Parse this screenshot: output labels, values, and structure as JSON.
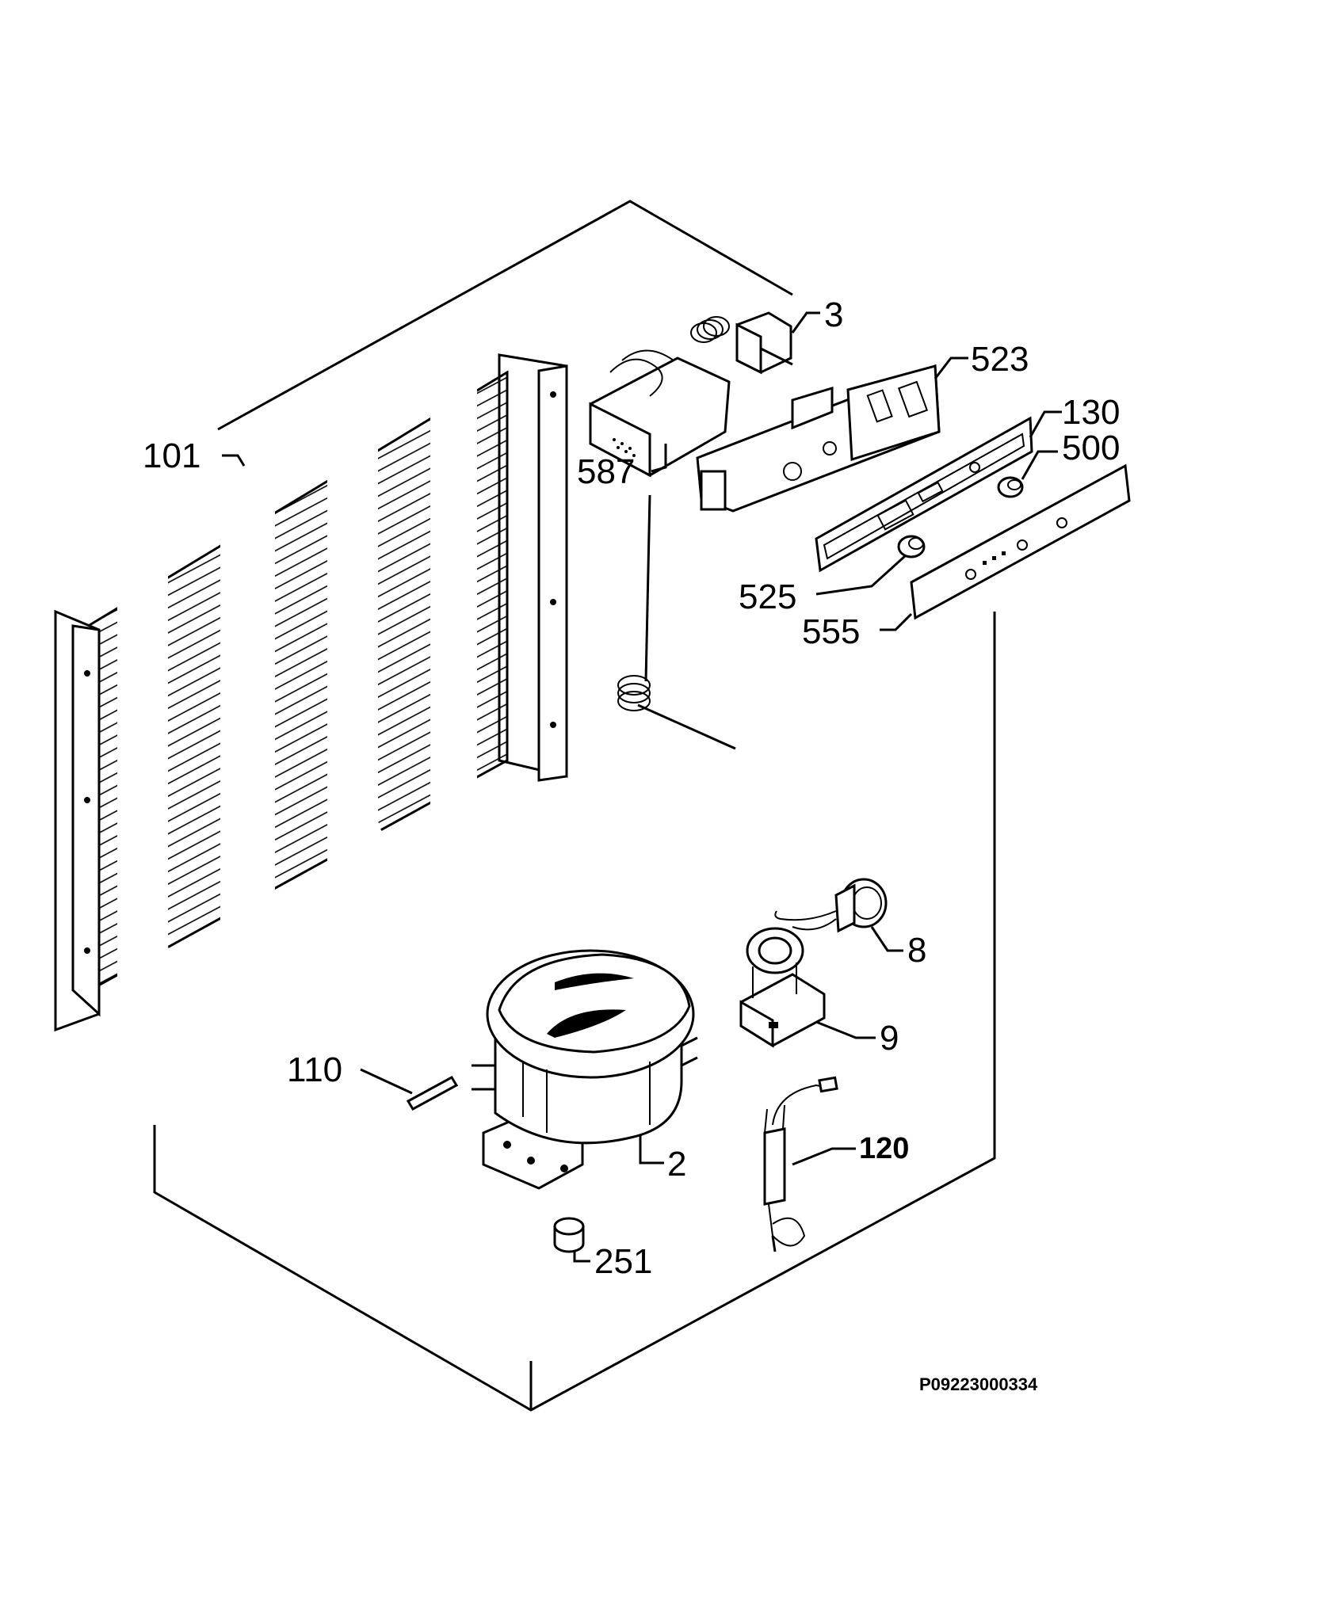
{
  "diagram": {
    "drawing_code": "P09223000334",
    "callouts": {
      "c3": "3",
      "c523": "523",
      "c130": "130",
      "c500": "500",
      "c587": "587",
      "c101": "101",
      "c525": "525",
      "c555": "555",
      "c8": "8",
      "c9": "9",
      "c110": "110",
      "c2": "2",
      "c120": "120",
      "c251": "251"
    }
  }
}
